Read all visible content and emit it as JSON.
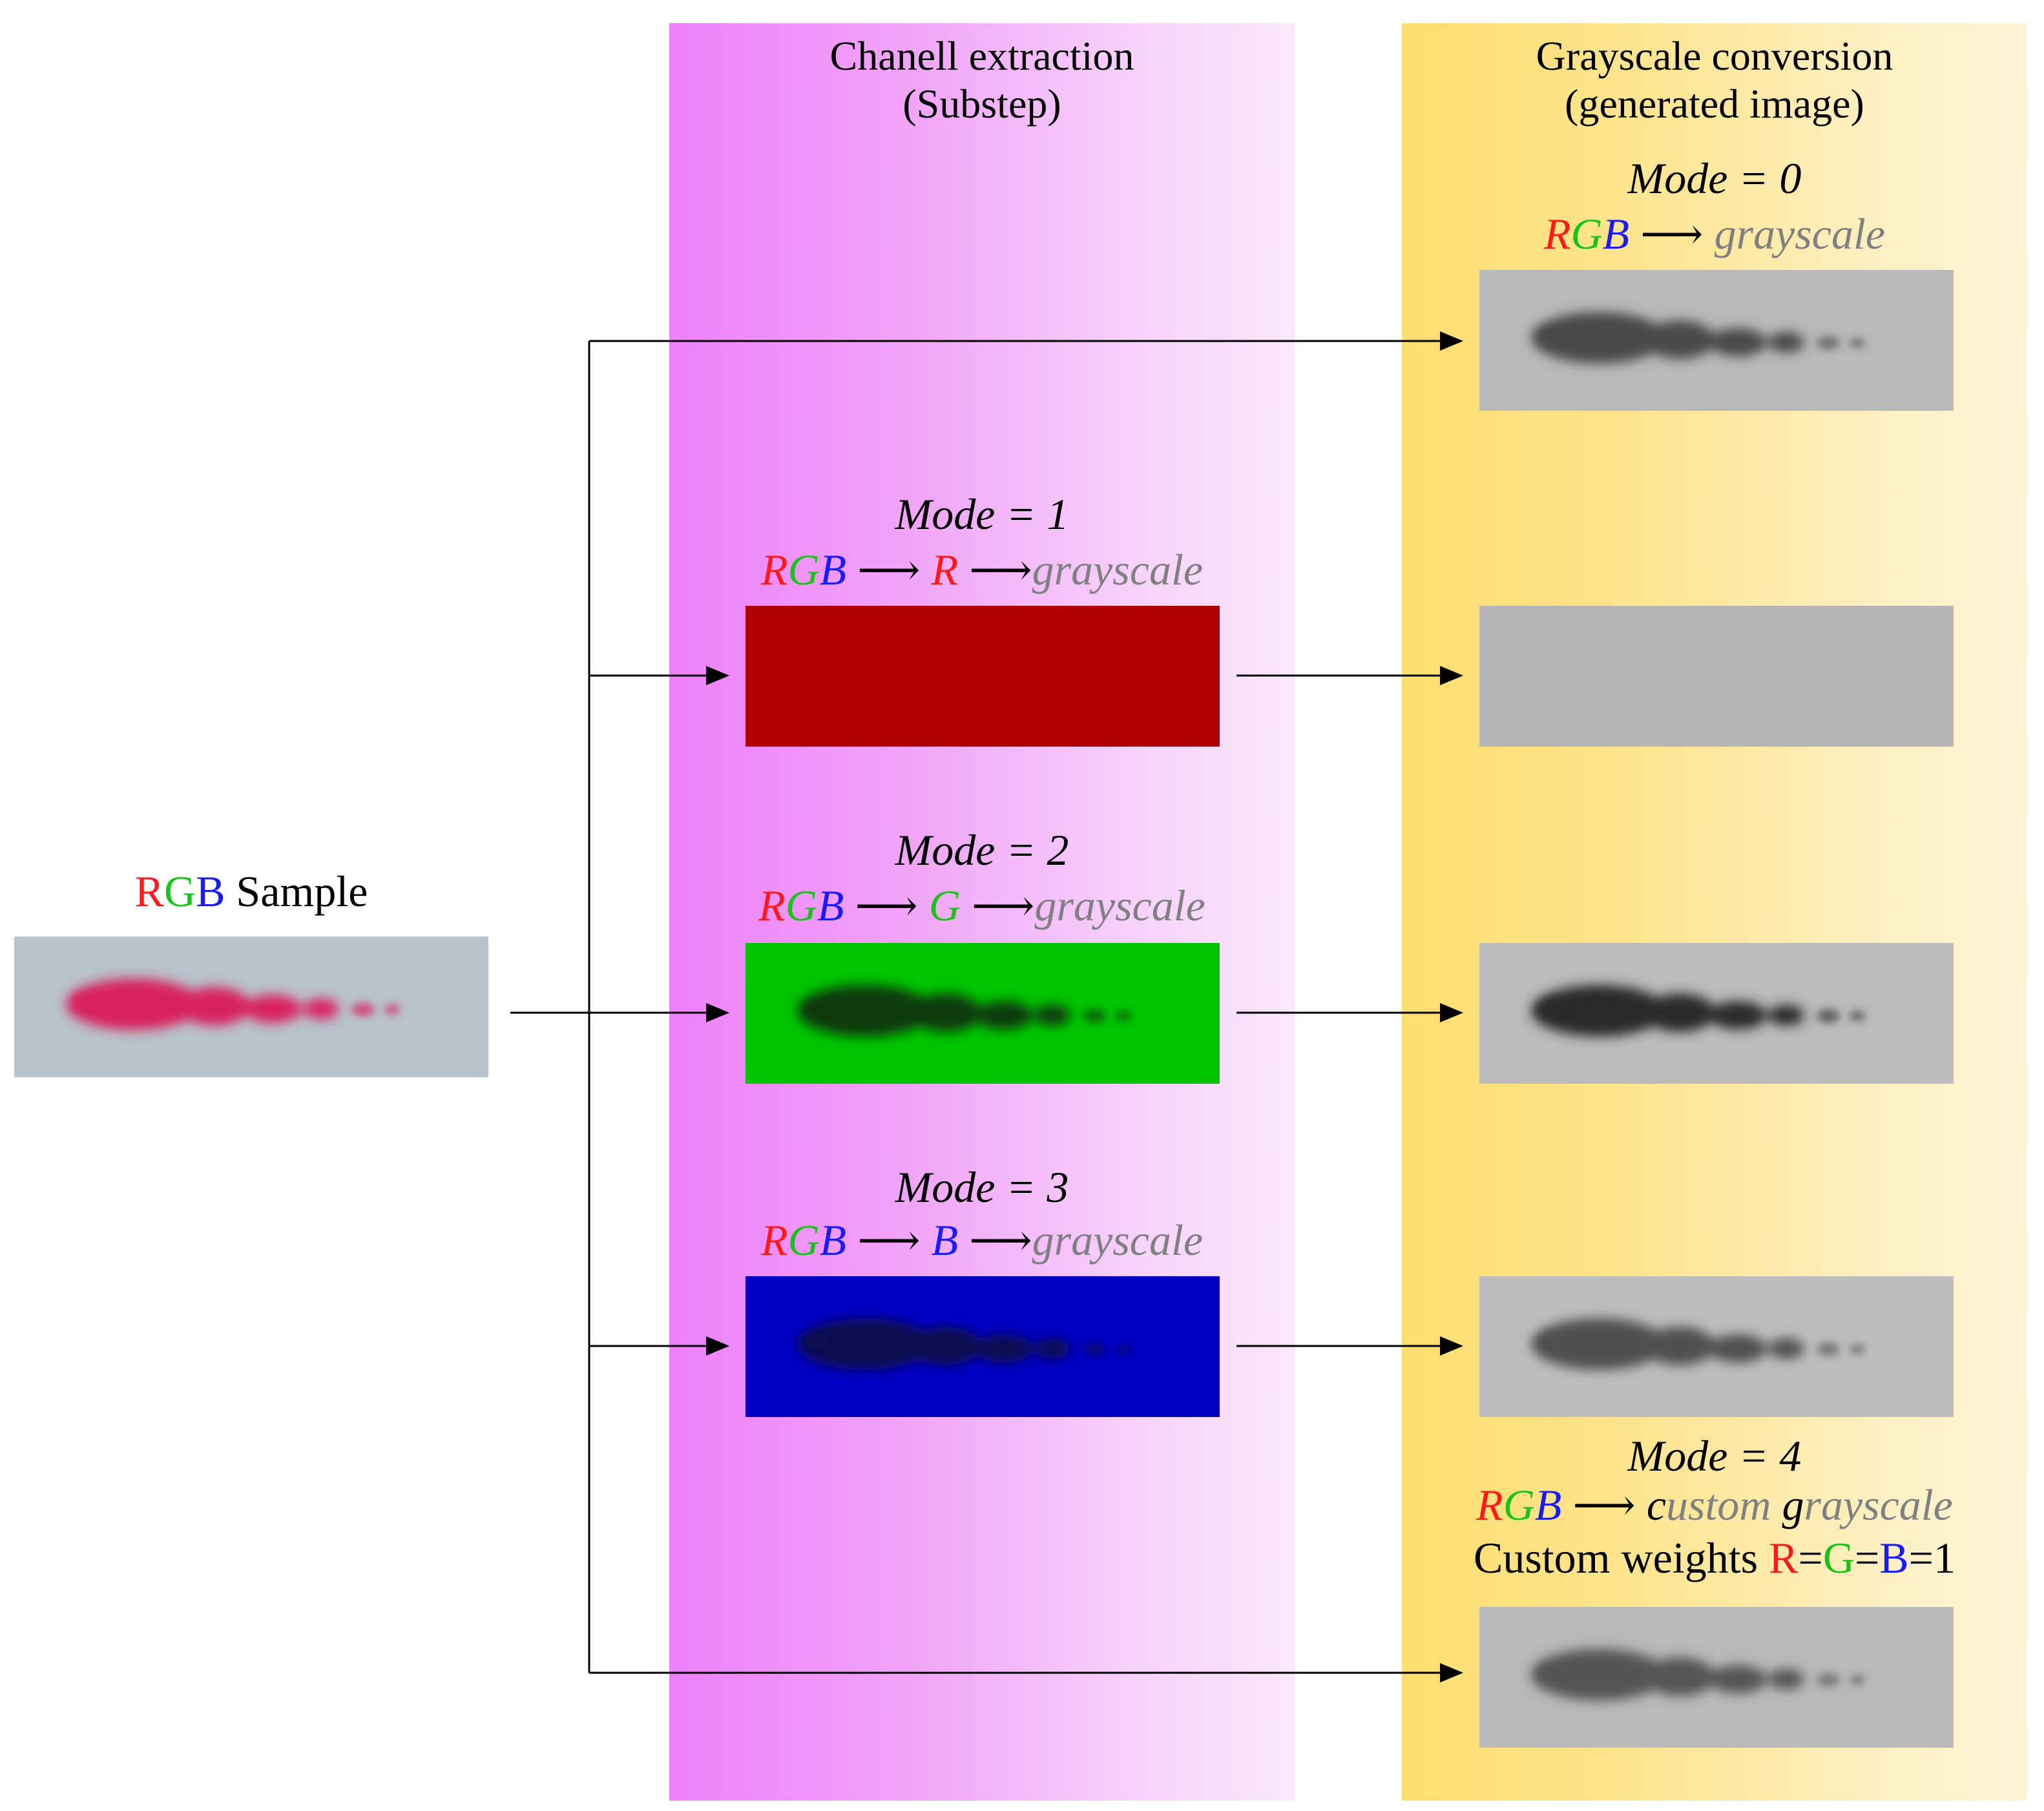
{
  "colors": {
    "red": "#ff1a1a",
    "green": "#19c419",
    "blue": "#1a1aff",
    "gray_text": "#808080",
    "red_channel_fill": "#b00000",
    "green_channel_fill": "#00c400",
    "blue_channel_fill": "#0000c4",
    "sample_bg": "#b8c3cb",
    "grayscale_bg": "#b9b9b9"
  },
  "panels": {
    "channel": {
      "title_line1": "Chanell extraction",
      "title_line2": "(Substep)"
    },
    "gray": {
      "title_line1": "Grayscale conversion",
      "title_line2": "(generated image)"
    }
  },
  "sample": {
    "R": "R",
    "G": "G",
    "B": "B",
    "text": "Sample"
  },
  "tokens": {
    "R": "R",
    "G": "G",
    "B": "B",
    "arrow": "⟶",
    "grayscale": "grayscale"
  },
  "modes": [
    {
      "label": "Mode = 0"
    },
    {
      "label": "Mode = 1",
      "channel": "R"
    },
    {
      "label": "Mode = 2",
      "channel": "G"
    },
    {
      "label": "Mode = 3",
      "channel": "B"
    },
    {
      "label": "Mode = 4",
      "custom_c": "c",
      "custom_rest": "ustom ",
      "g_letter": "g",
      "rayscale": "rayscale",
      "weights_text": "Custom weights ",
      "weights_R": "R",
      "weights_G": "G",
      "weights_B": "B",
      "eq": "=",
      "weights_val": "1"
    }
  ],
  "icons": [
    "arrowhead-icon"
  ]
}
